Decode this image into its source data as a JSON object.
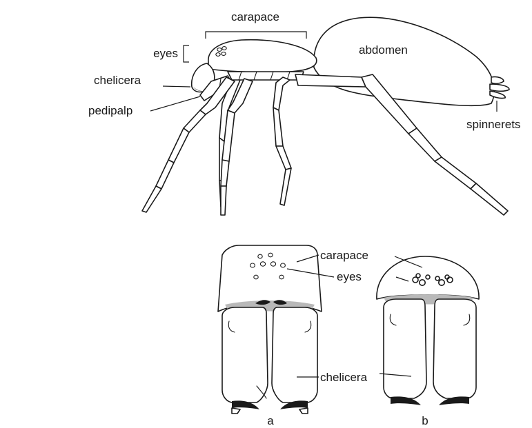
{
  "side_view": {
    "labels": {
      "carapace": "carapace",
      "eyes": "eyes",
      "abdomen": "abdomen",
      "chelicera": "chelicera",
      "pedipalp": "pedipalp",
      "spinnerets": "spinnerets"
    }
  },
  "front_view": {
    "labels": {
      "carapace": "carapace",
      "eyes": "eyes",
      "chelicera": "chelicera"
    },
    "panels": {
      "a": "a",
      "b": "b"
    }
  }
}
